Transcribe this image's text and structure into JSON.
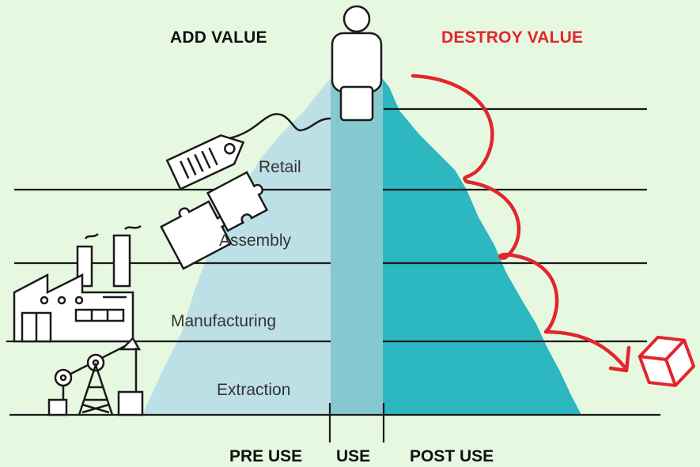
{
  "headers": {
    "add_value": "ADD VALUE",
    "destroy_value": "DESTROY VALUE"
  },
  "stages": [
    "Retail",
    "Assembly",
    "Manufacturing",
    "Extraction"
  ],
  "phases": {
    "pre_use": "PRE USE",
    "use": "USE",
    "post_use": "POST USE"
  },
  "icons": [
    "person-icon",
    "price-tag-icon",
    "puzzle-pieces-icon",
    "factory-icon",
    "oil-pump-icon",
    "waste-cube-icon",
    "down-arrow-icon"
  ],
  "colors": {
    "background": "#e7f8e1",
    "pre_use_fill": "#bde0e6",
    "use_fill": "#86c8cf",
    "post_use_fill": "#2cb7c1",
    "destroy_red": "#e1262c",
    "line": "#1a1a1a"
  }
}
